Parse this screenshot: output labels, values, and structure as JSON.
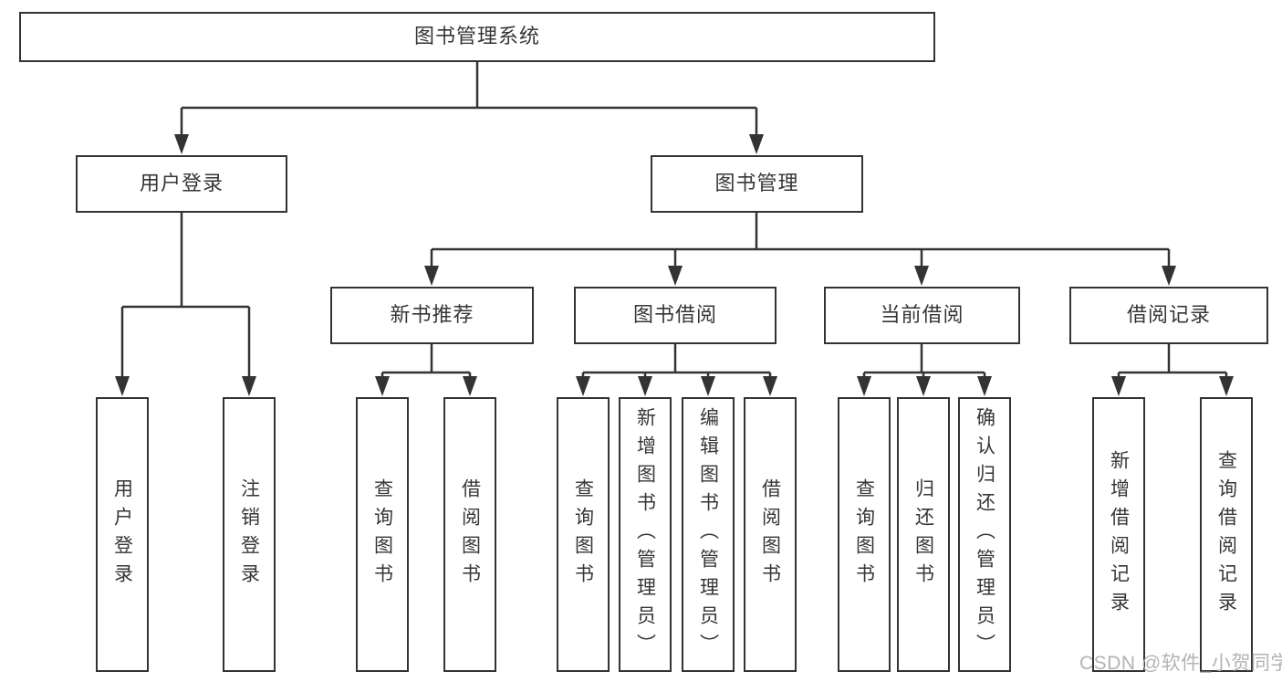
{
  "tree": {
    "label": "图书管理系统",
    "children": [
      {
        "label": "用户登录",
        "children": [
          {
            "label": "用户登录"
          },
          {
            "label": "注销登录"
          }
        ]
      },
      {
        "label": "图书管理",
        "children": [
          {
            "label": "新书推荐",
            "children": [
              {
                "label": "查询图书"
              },
              {
                "label": "借阅图书"
              }
            ]
          },
          {
            "label": "图书借阅",
            "children": [
              {
                "label": "查询图书"
              },
              {
                "label": "新增图书（管理员）"
              },
              {
                "label": "编辑图书（管理员）"
              },
              {
                "label": "借阅图书"
              }
            ]
          },
          {
            "label": "当前借阅",
            "children": [
              {
                "label": "查询图书"
              },
              {
                "label": "归还图书"
              },
              {
                "label": "确认归还（管理员）"
              }
            ]
          },
          {
            "label": "借阅记录",
            "children": [
              {
                "label": "新增借阅记录"
              },
              {
                "label": "查询借阅记录"
              }
            ]
          }
        ]
      }
    ]
  },
  "watermark": "CSDN @软件_小贺同学",
  "colors": {
    "line": "#333333",
    "box_border": "#333333",
    "box_fill": "#ffffff",
    "text": "#363636",
    "watermark": "#b3b3b3",
    "background": "#ffffff"
  }
}
